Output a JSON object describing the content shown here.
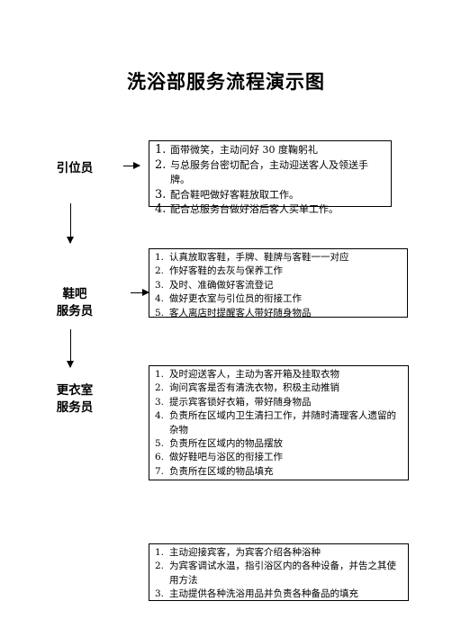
{
  "title": "洗浴部服务流程演示图",
  "sections": [
    {
      "role": [
        "引位员"
      ],
      "items": [
        {
          "num": "1.",
          "text": "面带微笑，主动问好 30 度鞠躬礼"
        },
        {
          "num": "2.",
          "text": "与总服务台密切配合，主动迎送客人及领送手牌。"
        },
        {
          "num": "3.",
          "text": "配合鞋吧做好客鞋放取工作。"
        },
        {
          "num": "4.",
          "text": "配合总服务台做好浴后客人买单工作。"
        }
      ]
    },
    {
      "role": [
        "鞋吧",
        "服务员"
      ],
      "items": [
        {
          "num": "1.",
          "text": "认真放取客鞋，手牌、鞋牌与客鞋一一对应"
        },
        {
          "num": "2.",
          "text": "作好客鞋的去灰与保养工作"
        },
        {
          "num": "3.",
          "text": "及时、准确做好客流登记"
        },
        {
          "num": "4.",
          "text": "做好更衣室与引位员的衔接工作"
        },
        {
          "num": "5.",
          "text": "客人离店时提醒客人带好随身物品"
        }
      ]
    },
    {
      "role": [
        "更衣室",
        "服务员"
      ],
      "items": [
        {
          "num": "1.",
          "text": "及时迎送客人，主动为客开箱及挂取衣物"
        },
        {
          "num": "2.",
          "text": "询问宾客是否有清洗衣物，积极主动推销"
        },
        {
          "num": "3.",
          "text": "提示宾客锁好衣箱，带好随身物品"
        },
        {
          "num": "4.",
          "text": "负责所在区域内卫生清扫工作，并随时清理客人遗留的杂物"
        },
        {
          "num": "5.",
          "text": "负责所在区域内的物品摆放"
        },
        {
          "num": "6.",
          "text": "做好鞋吧与浴区的衔接工作"
        },
        {
          "num": "7.",
          "text": "负责所在区域的物品填充"
        }
      ]
    },
    {
      "role": [],
      "items": [
        {
          "num": "1.",
          "text": "主动迎接宾客，为宾客介绍各种浴种"
        },
        {
          "num": "2.",
          "text": "为宾客调试水温，指引浴区内的各种设备，并告之其使用方法"
        },
        {
          "num": "3.",
          "text": "主动提供各种洗浴用品并负责各种备品的填充"
        }
      ]
    }
  ]
}
